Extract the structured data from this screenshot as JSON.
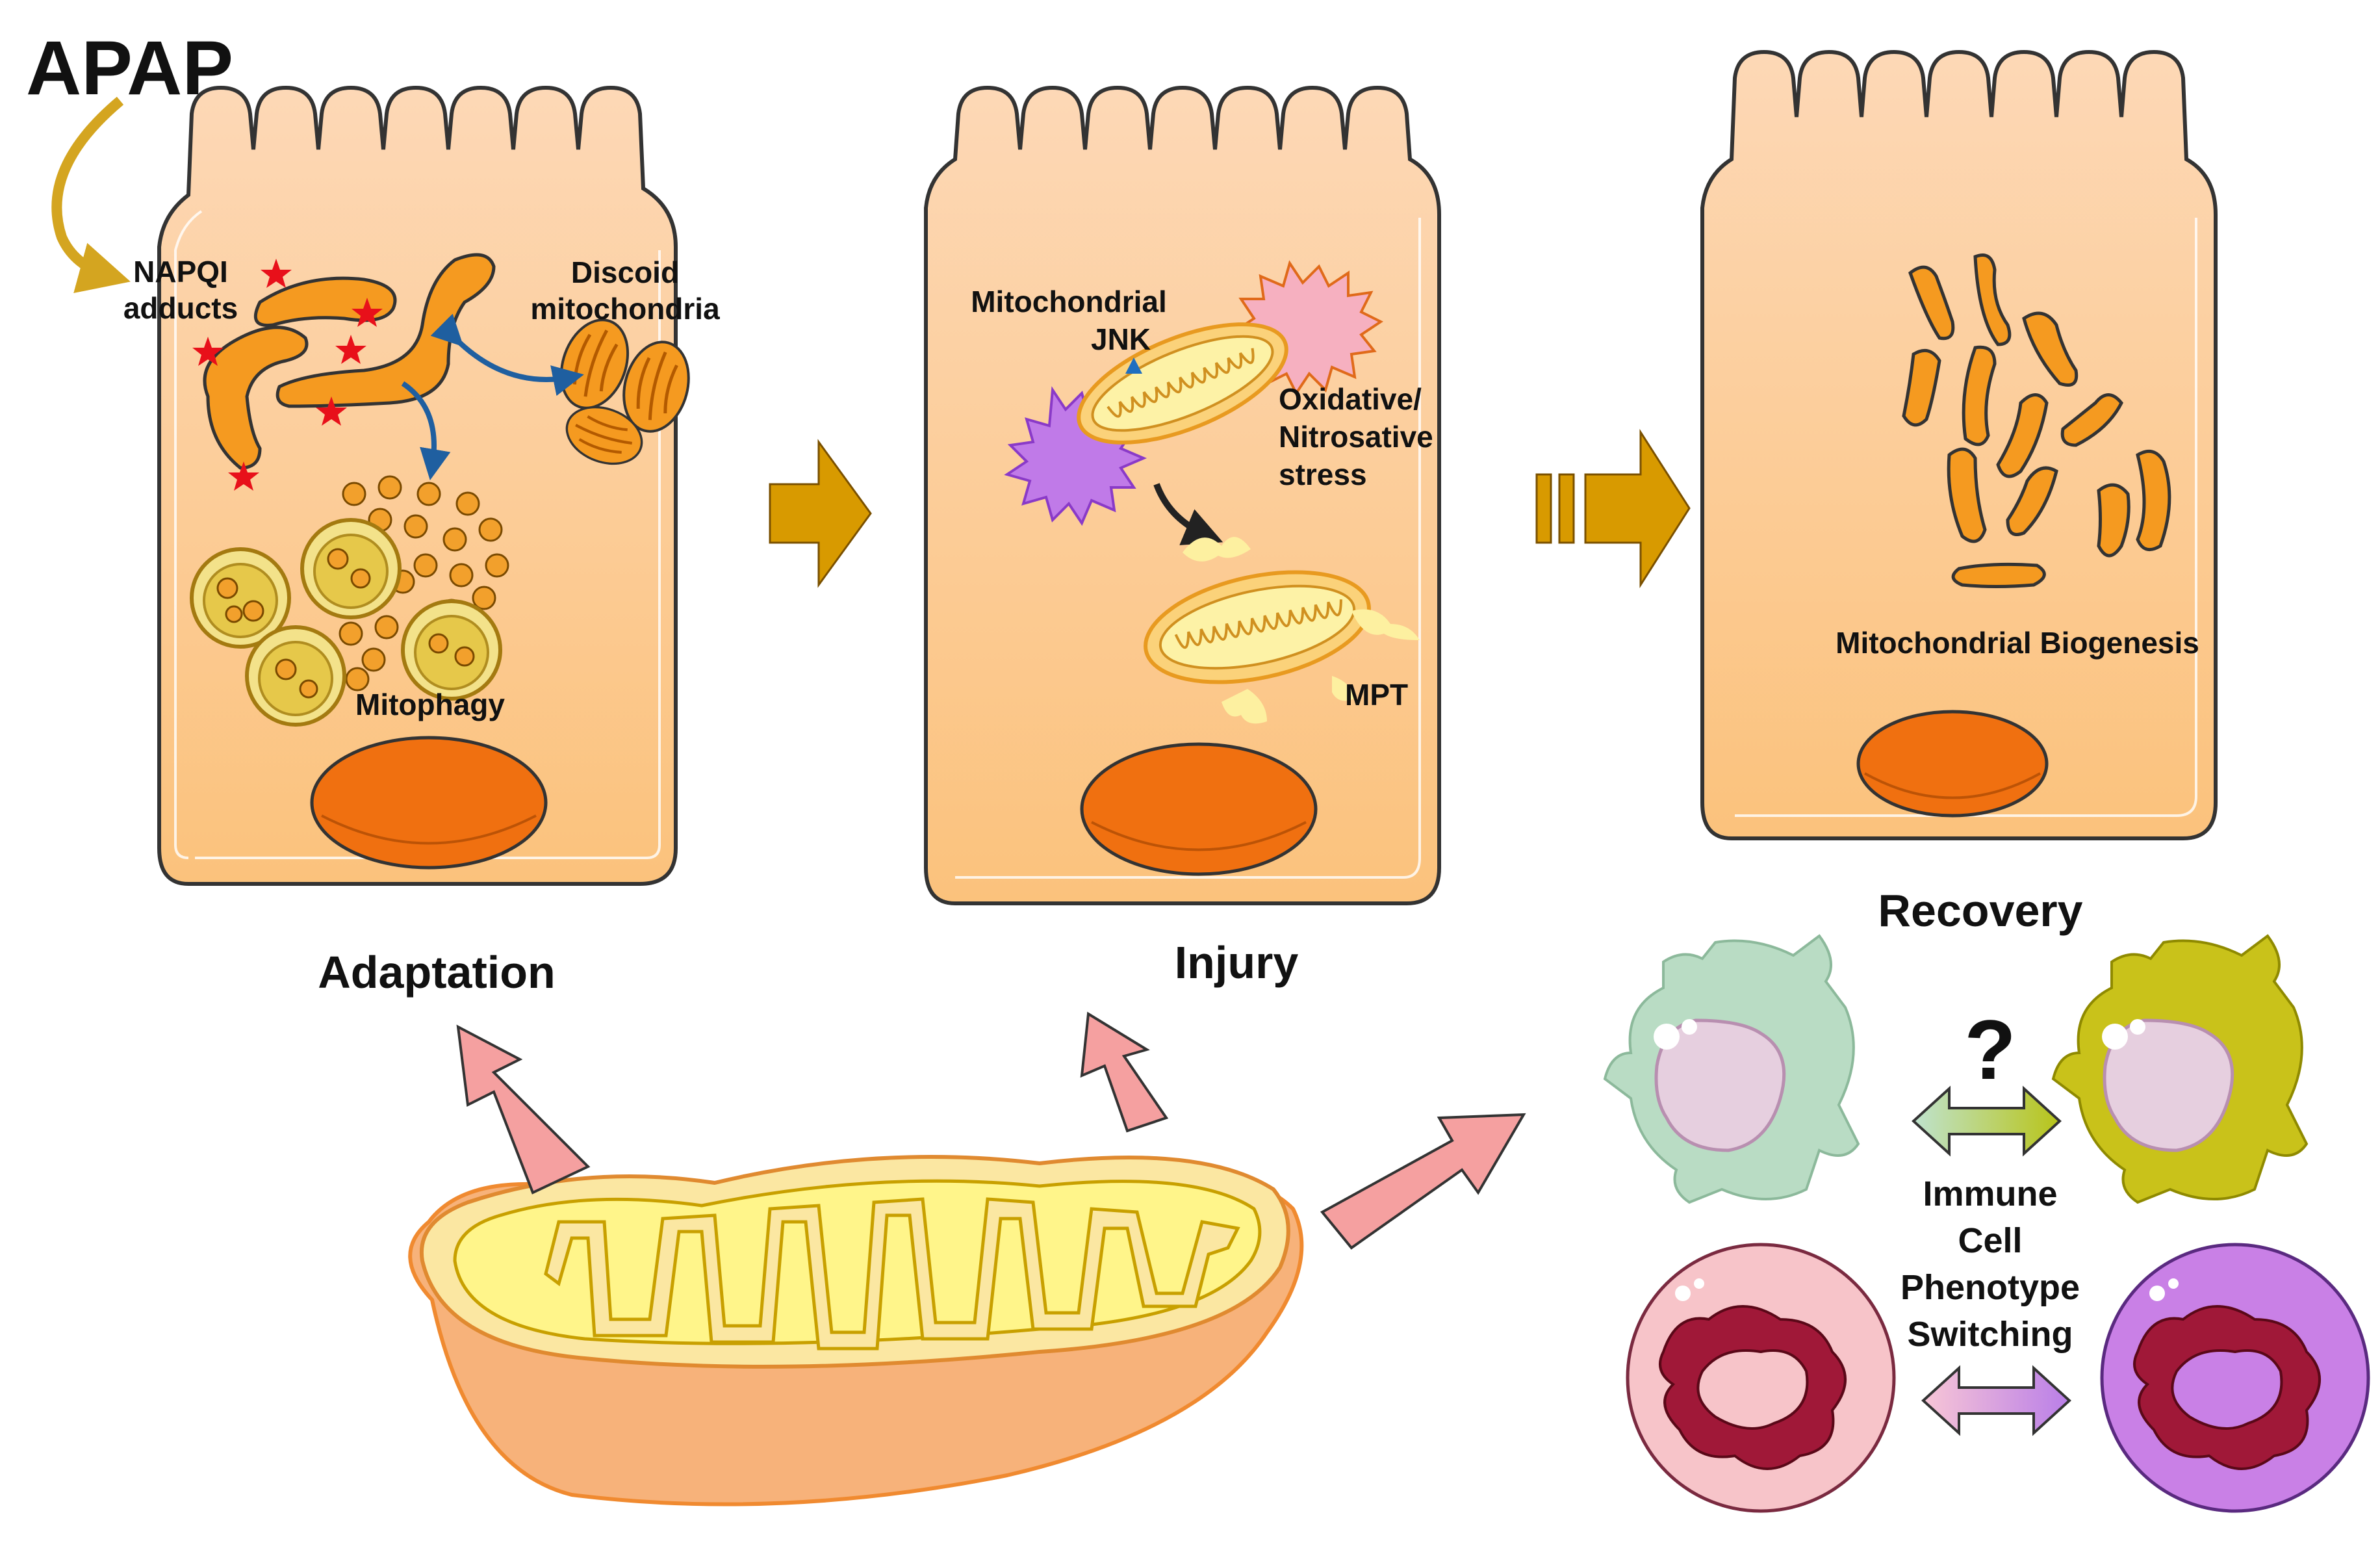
{
  "labels": {
    "apap": "APAP",
    "napqi_line1": "NAPQI",
    "napqi_line2": "adducts",
    "discoid_line1": "Discoid",
    "discoid_line2": "mitochondria",
    "mitophagy": "Mitophagy",
    "adaptation": "Adaptation",
    "mito_jnk_line1": "Mitochondrial",
    "mito_jnk_line2": "JNK",
    "oxidative_line1": "Oxidative/",
    "oxidative_line2": "Nitrosative",
    "oxidative_line3": "stress",
    "mpt": "MPT",
    "injury": "Injury",
    "biogenesis": "Mitochondrial Biogenesis",
    "recovery": "Recovery",
    "question": "?",
    "immune_line1": "Immune",
    "immune_line2": "Cell",
    "immune_line3": "Phenotype",
    "immune_line4": "Switching"
  },
  "colors": {
    "cell_fill": "#fcd3a3",
    "cell_outline": "#333333",
    "nucleus": "#f07010",
    "mito_orange": "#f59a20",
    "stage_arrow": "#d89a00",
    "pink_arrow": "#f5a0a0",
    "apap_arrow": "#d4a520",
    "blue_arrow": "#1f5fa0",
    "adduct_star": "#e8101a",
    "big_mito_outer": "#f7b27a",
    "big_mito_matrix": "#fff58a",
    "macrophage_m1": "#b9dcc4",
    "macrophage_m2": "#c9c21a",
    "neutrophil_a": "#f7c4c9",
    "neutrophil_b": "#c980e6",
    "nucleus_dark": "#a01838"
  }
}
